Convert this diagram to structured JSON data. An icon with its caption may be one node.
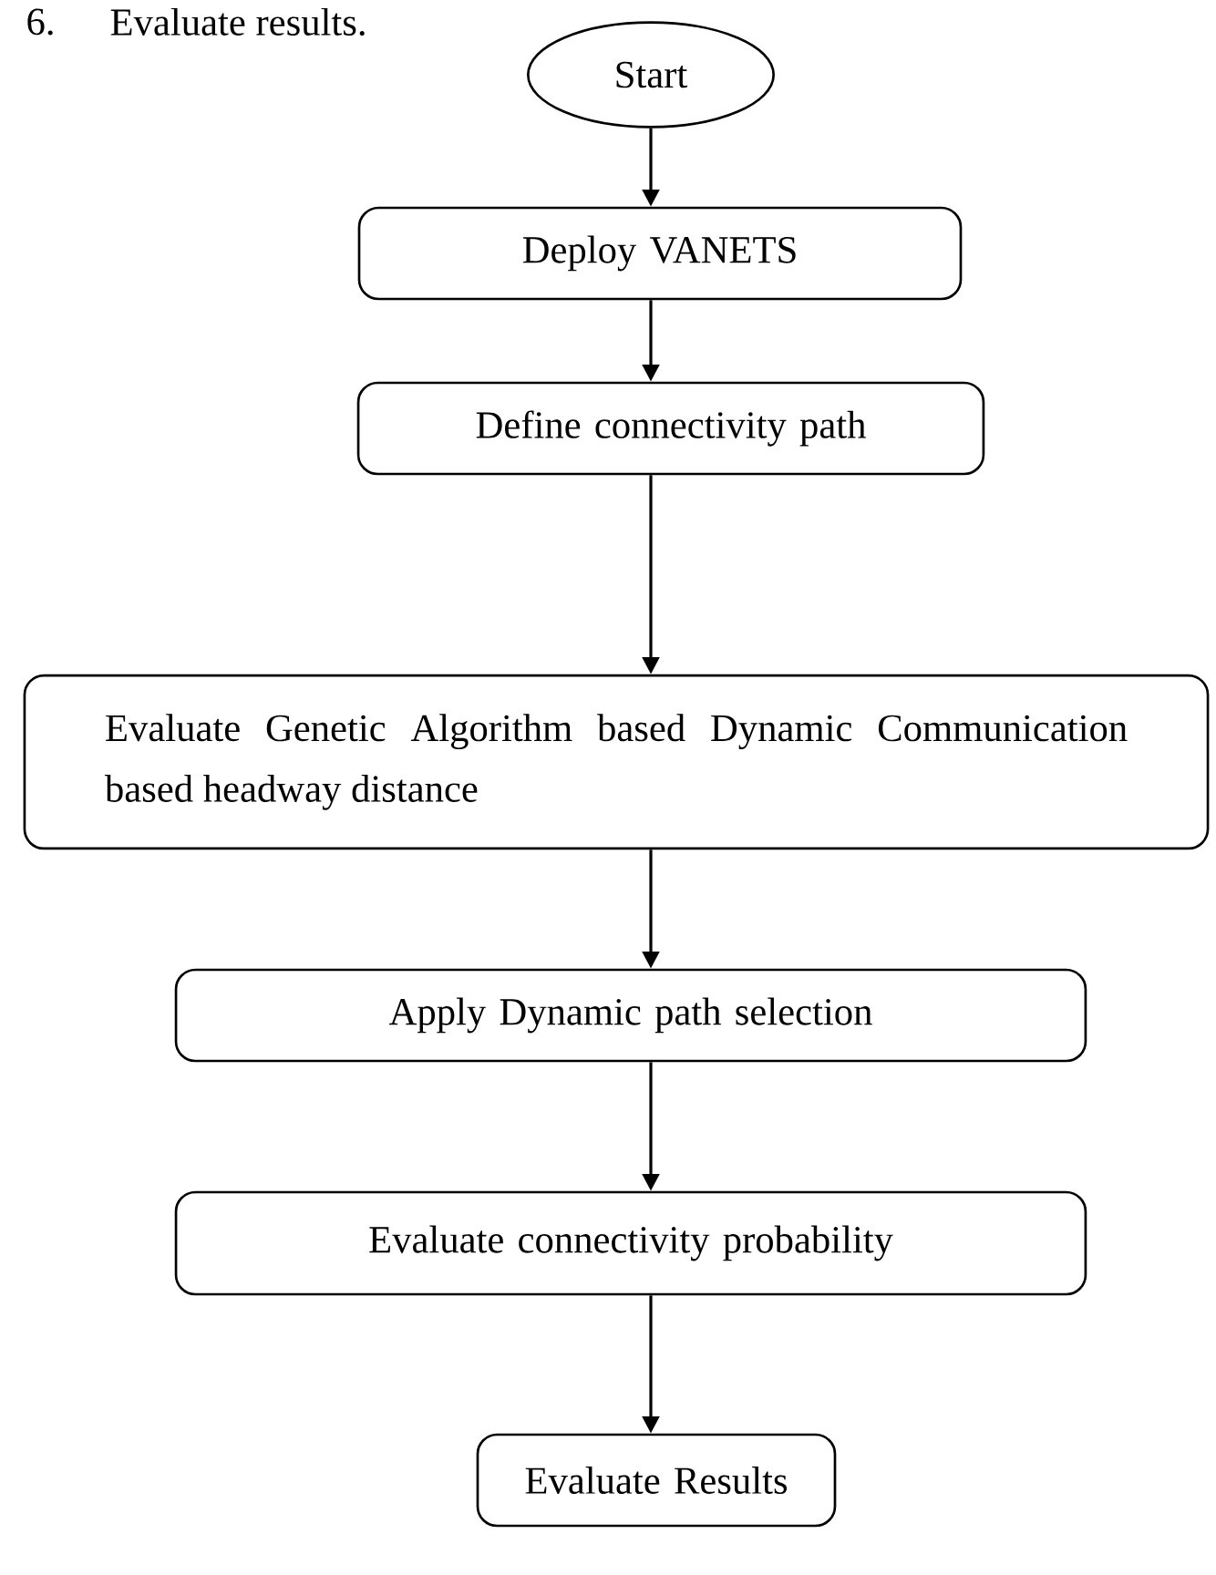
{
  "diagram": {
    "nodes": [
      {
        "text": [
          "Start"
        ]
      },
      {
        "text": [
          "Deploy VANETS"
        ]
      },
      {
        "text": [
          "Define connectivity path"
        ]
      },
      {
        "text": [
          "Evaluate Genetic Algorithm based Dynamic Communication based headway distance"
        ]
      },
      {
        "text": [
          "Apply Dynamic path selection"
        ]
      },
      {
        "text": [
          "Evaluate connectivity probability"
        ]
      },
      {
        "text": [
          "Evaluate Results"
        ]
      }
    ],
    "edges": [
      {
        "from": 0,
        "to": 1,
        "arrow": "to"
      },
      {
        "from": 1,
        "to": 2,
        "arrow": "to"
      },
      {
        "from": 2,
        "to": 3,
        "arrow": "to"
      },
      {
        "from": 3,
        "to": 4,
        "arrow": "to"
      },
      {
        "from": 4,
        "to": 5,
        "arrow": "to"
      },
      {
        "from": 5,
        "to": 6,
        "arrow": "to"
      }
    ],
    "labels": [
      "6.",
      "Evaluate results."
    ]
  }
}
